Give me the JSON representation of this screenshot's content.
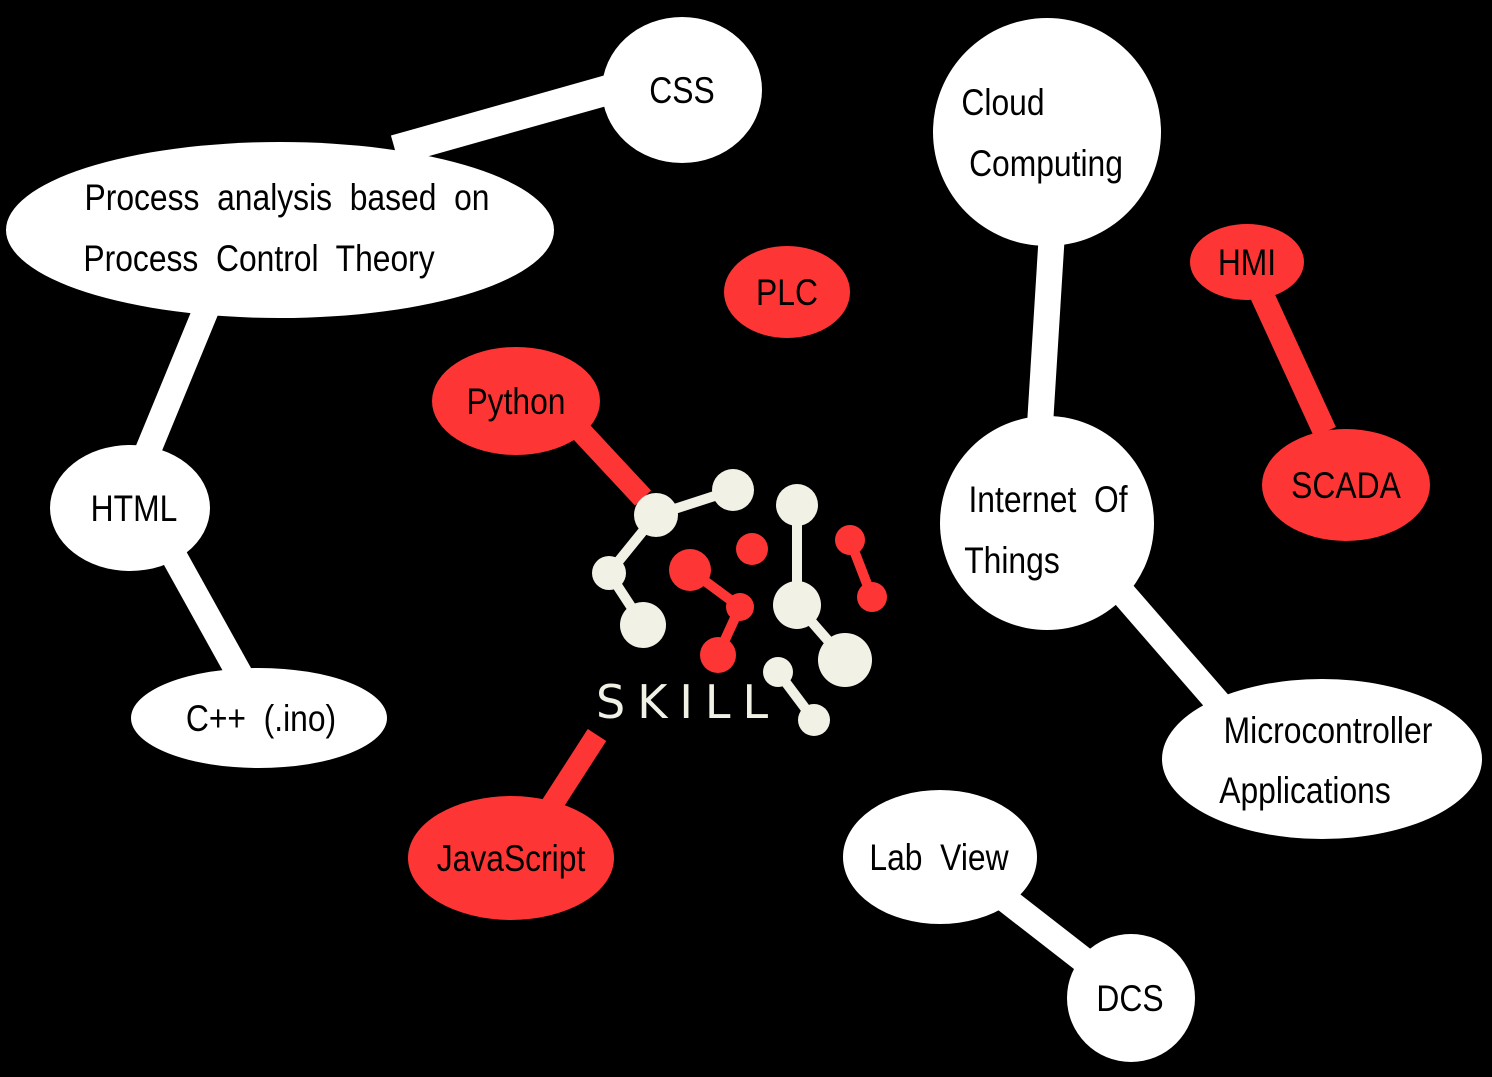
{
  "palette": {
    "background": "#000000",
    "white": "#ffffff",
    "red": "#fe3535",
    "logo_ivory": "#f2f1e6",
    "text_dark": "#000000"
  },
  "logo": {
    "text": "SKILL",
    "icon": "molecule-network-icon"
  },
  "nodes": {
    "css": {
      "label": "CSS"
    },
    "process": {
      "lines": [
        "Process  analysis  based  on",
        "Process  Control  Theory"
      ]
    },
    "html": {
      "label": "HTML"
    },
    "cpp": {
      "label": "C++  (.ino)"
    },
    "cloud": {
      "lines": [
        "Cloud",
        "Computing"
      ]
    },
    "iot": {
      "lines": [
        "Internet  Of",
        "Things"
      ]
    },
    "micro": {
      "lines": [
        "Microcontroller",
        "Applications"
      ]
    },
    "labview": {
      "label": "Lab  View"
    },
    "dcs": {
      "label": "DCS"
    },
    "plc": {
      "label": "PLC"
    },
    "python": {
      "label": "Python"
    },
    "javascript": {
      "label": "JavaScript"
    },
    "hmi": {
      "label": "HMI"
    },
    "scada": {
      "label": "SCADA"
    }
  }
}
